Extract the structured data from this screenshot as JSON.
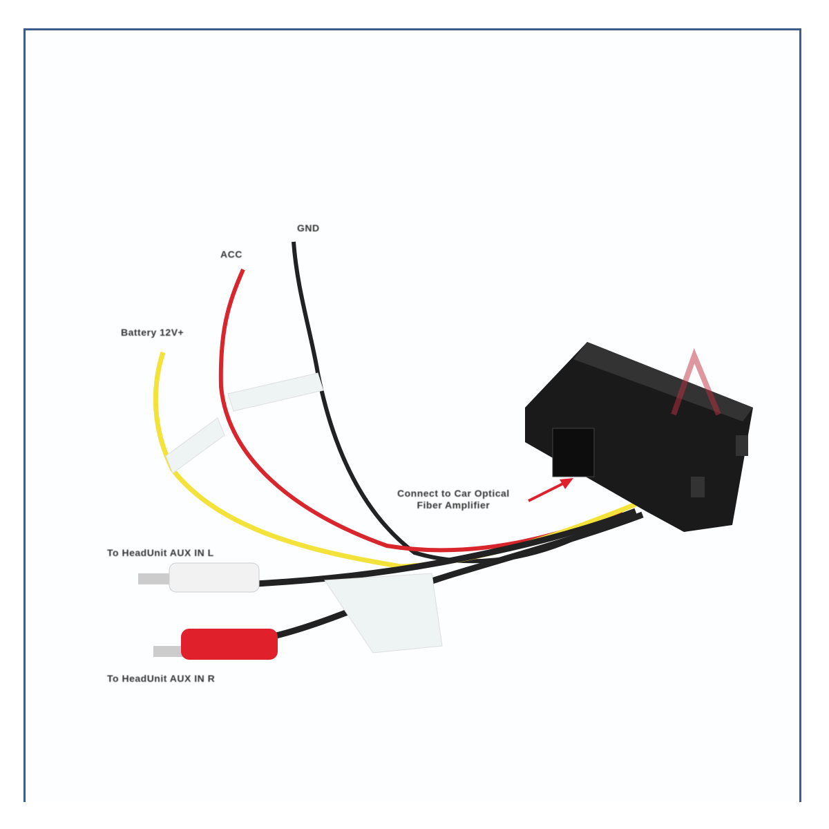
{
  "labels": {
    "gnd": "GND",
    "acc": "ACC",
    "battery": "Battery 12V+",
    "connect_line1": "Connect to Car Optical",
    "connect_line2": "Fiber Amplifier",
    "aux_l": "To HeadUnit AUX IN L",
    "aux_r": "To HeadUnit AUX IN R"
  },
  "colors": {
    "frame": "#3d5c8c",
    "wire_yellow": "#f2e23a",
    "wire_red": "#d8262c",
    "wire_black": "#222222",
    "box": "#1a1a1a",
    "arrow": "#e0202a"
  }
}
